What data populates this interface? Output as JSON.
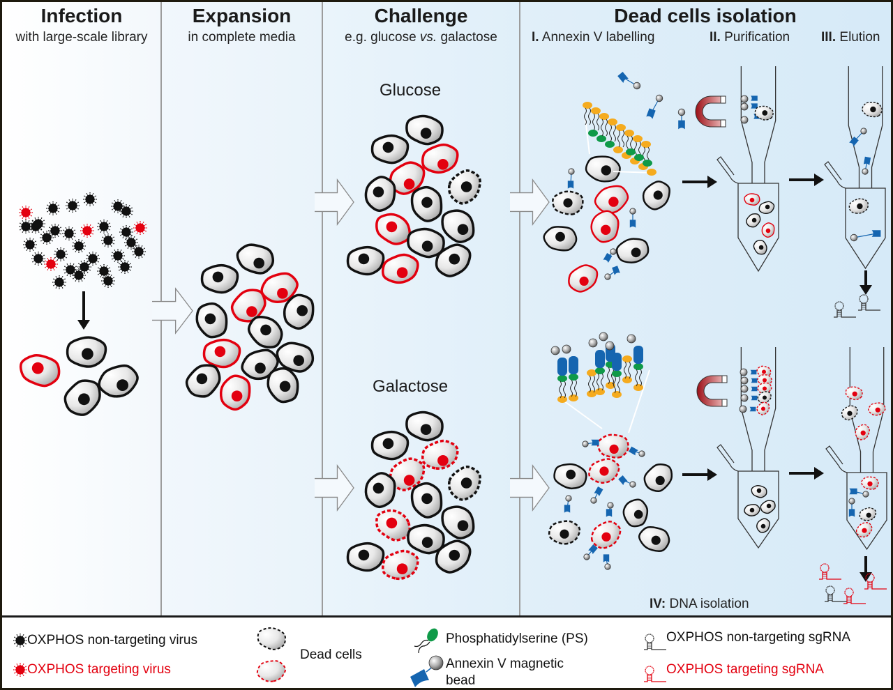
{
  "panels": [
    {
      "title": "Infection",
      "subtitle": "with large-scale library"
    },
    {
      "title": "Expansion",
      "subtitle": "in complete media"
    },
    {
      "title": "Challenge",
      "subtitle_pre": "e.g. glucose ",
      "subtitle_em": "vs.",
      "subtitle_post": " galactose"
    },
    {
      "title": "Dead cells isolation"
    }
  ],
  "steps": [
    {
      "num": "I.",
      "label": " Annexin V labelling"
    },
    {
      "num": "II.",
      "label": " Purification"
    },
    {
      "num": "III.",
      "label": " Elution"
    },
    {
      "num": "IV:",
      "label": " DNA isolation"
    }
  ],
  "conditions": {
    "top": "Glucose",
    "bottom": "Galactose"
  },
  "legend": {
    "non_targeting_virus": "OXPHOS non-targeting virus",
    "targeting_virus": "OXPHOS targeting virus",
    "dead_cells": "Dead cells",
    "ps": "Phosphatidylserine (PS)",
    "annexin_line1": "Annexin V magnetic",
    "annexin_line2": "bead",
    "non_targeting_sgrna": "OXPHOS non-targeting sgRNA",
    "targeting_sgrna": "OXPHOS targeting sgRNA"
  },
  "colors": {
    "targeting": "#e3000f",
    "non_targeting": "#111111",
    "annexin": "#1565b0",
    "ps": "#0f9a48",
    "lipid_head": "#f5ab1e",
    "magnet": "#b3141c",
    "panel_divider": "#9c9c9c"
  }
}
